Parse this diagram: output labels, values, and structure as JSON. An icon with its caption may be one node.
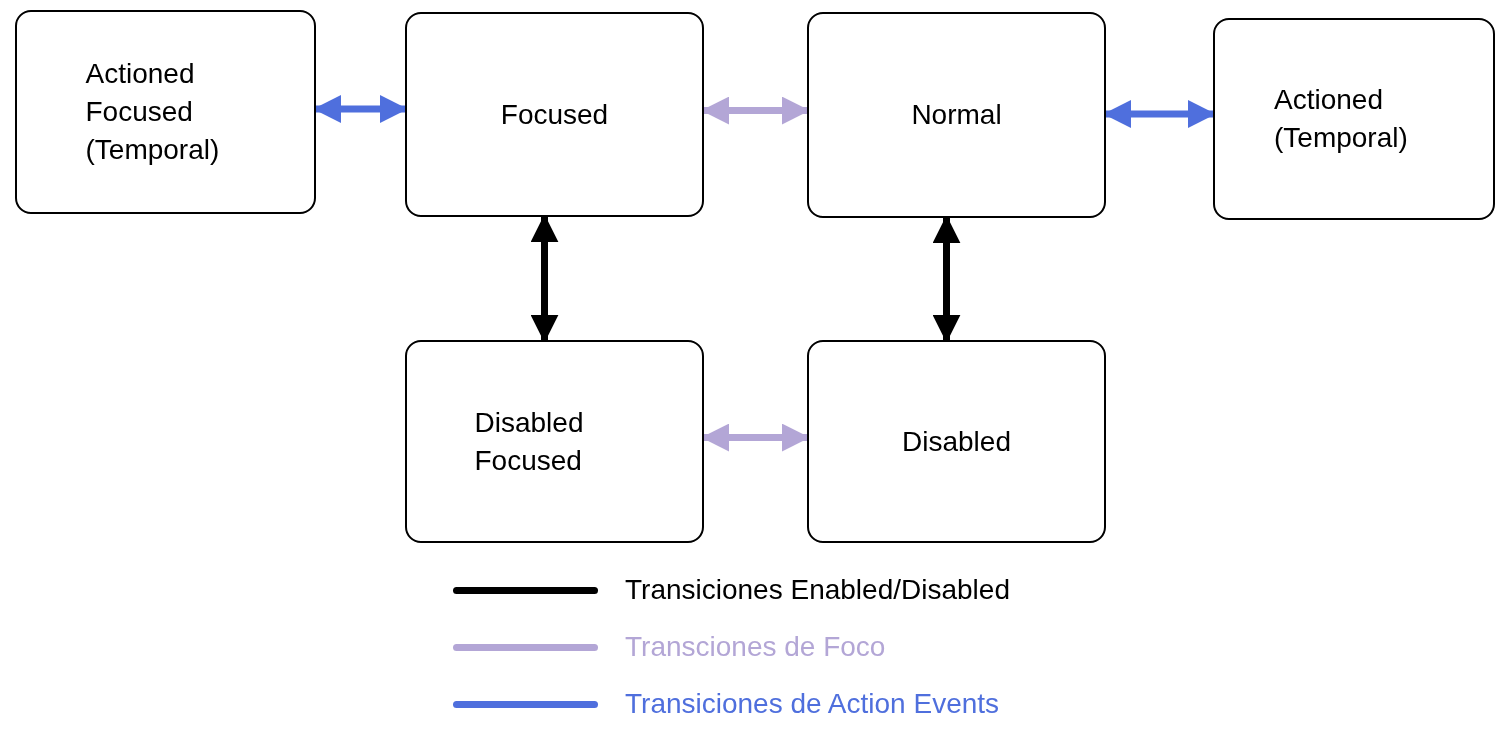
{
  "diagram": {
    "nodes": [
      {
        "text": [
          "Actioned Focused (Temporal)"
        ]
      },
      {
        "text": [
          "Focused"
        ]
      },
      {
        "text": [
          "Normal"
        ]
      },
      {
        "text": [
          "Actioned (Temporal)"
        ]
      },
      {
        "text": [
          "Disabled Focused"
        ]
      },
      {
        "text": [
          "Disabled"
        ]
      }
    ],
    "edges": [
      {
        "from": 0,
        "to": 1,
        "arrow": "both",
        "color": "#4f6fdd"
      },
      {
        "from": 1,
        "to": 2,
        "arrow": "both",
        "color": "#b3a6d6"
      },
      {
        "from": 2,
        "to": 3,
        "arrow": "both",
        "color": "#4f6fdd"
      },
      {
        "from": 1,
        "to": 4,
        "arrow": "both",
        "color": "#000000"
      },
      {
        "from": 2,
        "to": 5,
        "arrow": "both",
        "color": "#000000"
      },
      {
        "from": 4,
        "to": 5,
        "arrow": "both",
        "color": "#b3a6d6"
      }
    ],
    "legend": [
      {
        "text": "Transiciones Enabled/Disabled",
        "color": "#000000"
      },
      {
        "text": "Transciones de Foco",
        "color": "#b3a6d6"
      },
      {
        "text": "Transiciones de Action Events",
        "color": "#4f6fdd"
      }
    ]
  }
}
